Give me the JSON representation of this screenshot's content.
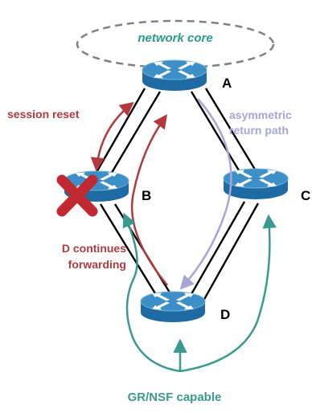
{
  "core": {
    "label": "network core"
  },
  "nodes": [
    {
      "id": "A",
      "label": "A"
    },
    {
      "id": "B",
      "label": "B"
    },
    {
      "id": "C",
      "label": "C"
    },
    {
      "id": "D",
      "label": "D"
    }
  ],
  "annotations": {
    "session_reset": "session reset",
    "asymmetric_line1": "asymmetric",
    "asymmetric_line2": "return path",
    "continues_line1": "D continues",
    "continues_line2": "forwarding",
    "capable": "GR/NSF capable"
  },
  "colors": {
    "router_top": "#3c8fc7",
    "router_side": "#1e6aa3",
    "router_arrows": "#ffffff",
    "link": "#000000",
    "core_outline": "#808080",
    "core_text": "#2a9a8e",
    "failure_mark": "#c0292f",
    "session_reset": "#b13a3f",
    "forwarding_path": "#b13a3f",
    "return_path": "#a8a5d6",
    "capable": "#3a9a90"
  },
  "icons": {
    "router": "router-icon",
    "failure": "failure-x-icon"
  }
}
